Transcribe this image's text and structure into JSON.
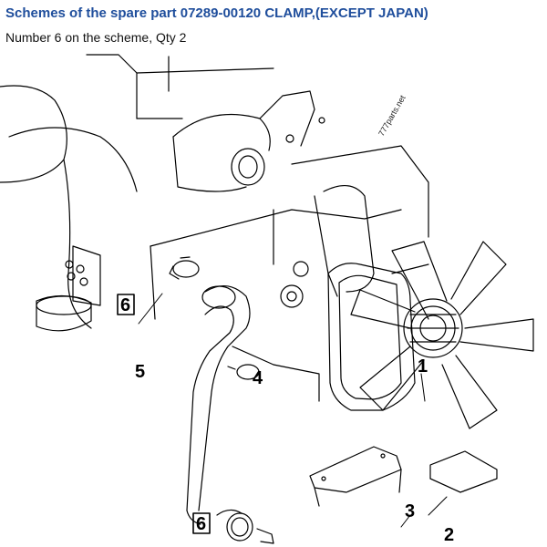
{
  "header": {
    "title": "Schemes of the spare part 07289-00120 CLAMP,(EXCEPT JAPAN)",
    "subtitle": "Number 6 on the scheme, Qty 2"
  },
  "diagram": {
    "watermark": "777parts.net",
    "callouts": {
      "part_1": "1",
      "part_2": "2",
      "part_3": "3",
      "part_4": "4",
      "part_5": "5",
      "part_6_upper": "6",
      "part_6_lower": "6"
    },
    "highlighted_part": "6"
  },
  "colors": {
    "title": "#1f4e9c",
    "subtitle": "#111111",
    "line_art": "#000000"
  }
}
